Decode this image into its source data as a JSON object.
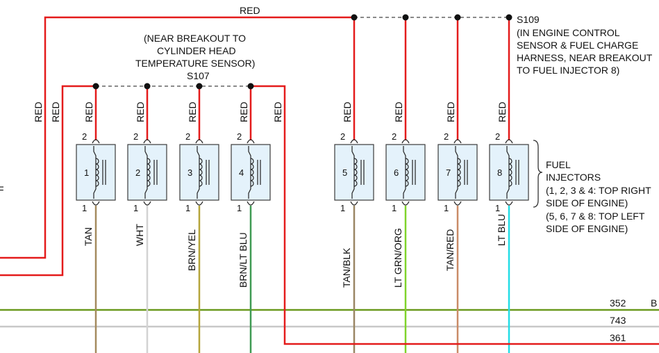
{
  "top_wire_label": "RED",
  "splice_s107": {
    "id": "S107",
    "note_lines": [
      "(NEAR BREAKOUT TO",
      "CYLINDER HEAD",
      "TEMPERATURE SENSOR)"
    ]
  },
  "splice_s109": {
    "id": "S109",
    "note_lines": [
      "(IN ENGINE CONTROL",
      "SENSOR & FUEL CHARGE",
      "HARNESS, NEAR BREAKOUT",
      "TO FUEL INJECTOR 8)"
    ]
  },
  "left_feed_labels": [
    "RED",
    "RED"
  ],
  "right_feed_label": "RED",
  "injector_pin_top": "2",
  "injector_pin_bottom": "1",
  "injectors": [
    {
      "number": "1",
      "supply_color": "RED",
      "ground_color": "TAN",
      "ground_hex": "#a48a5e"
    },
    {
      "number": "2",
      "supply_color": "RED",
      "ground_color": "WHT",
      "ground_hex": "#d3d3d3"
    },
    {
      "number": "3",
      "supply_color": "RED",
      "ground_color": "BRN/YEL",
      "ground_hex": "#b5a53a"
    },
    {
      "number": "4",
      "supply_color": "RED",
      "ground_color": "BRN/LT BLU",
      "ground_hex": "#3f9a52"
    },
    {
      "number": "5",
      "supply_color": "RED",
      "ground_color": "TAN/BLK",
      "ground_hex": "#9a8664"
    },
    {
      "number": "6",
      "supply_color": "RED",
      "ground_color": "LT GRN/ORG",
      "ground_hex": "#7fd32a"
    },
    {
      "number": "7",
      "supply_color": "RED",
      "ground_color": "TAN/RED",
      "ground_hex": "#c98a66"
    },
    {
      "number": "8",
      "supply_color": "RED",
      "ground_color": "LT BLU",
      "ground_hex": "#22dde6"
    }
  ],
  "fuel_injectors_label": [
    "FUEL",
    "INJECTORS",
    "(1, 2, 3 & 4: TOP RIGHT",
    "SIDE OF ENGINE)",
    "(5, 6, 7 & 8: TOP LEFT",
    "SIDE OF ENGINE)"
  ],
  "circuit_numbers": [
    "352",
    "743",
    "361"
  ],
  "edge_glyph_b": "B",
  "edge_glyph_f": "F",
  "colors": {
    "red": "#e41b1b",
    "green_bus": "#6a9a1e",
    "gray_bus": "#c8c8c8",
    "connector_fill": "#e4f2fb",
    "connector_stroke": "#3a3a3a"
  }
}
